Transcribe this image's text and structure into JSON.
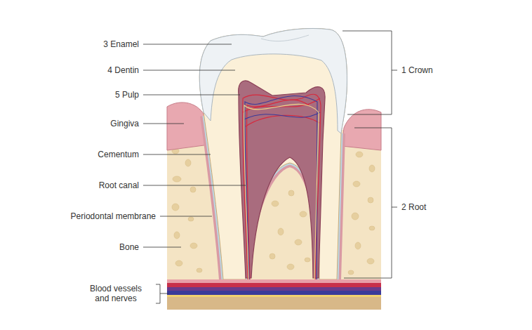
{
  "diagram": {
    "labels": [
      "3 Enamel",
      "4 Dentin",
      "5 Pulp",
      "Gingiva",
      "Cementum",
      "Root canal",
      "Periodontal membrane",
      "Bone",
      "Blood vessels and nerves",
      "1 Crown",
      "2 Root"
    ]
  }
}
